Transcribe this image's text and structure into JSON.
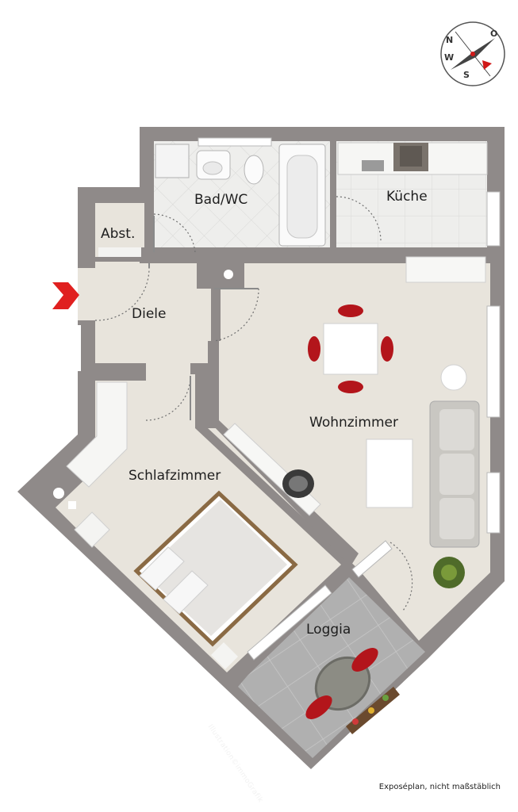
{
  "rooms": {
    "bad": "Bad/WC",
    "kueche": "Küche",
    "abst": "Abst.",
    "diele": "Diele",
    "wohnzimmer": "Wohnzimmer",
    "schlafzimmer": "Schlafzimmer",
    "loggia": "Loggia"
  },
  "compass": {
    "n": "N",
    "o": "O",
    "s": "S",
    "w": "W"
  },
  "caption": "Exposéplan, nicht maßstäblich",
  "credit": "Illustration©immoGrafik",
  "colors": {
    "wall": "#8f8a89",
    "floor": "#e8e4dc",
    "tile": "#f0f0ee",
    "loggia": "#a9a9a9",
    "chair_red": "#b3151b",
    "entry_arrow": "#e0201f"
  }
}
